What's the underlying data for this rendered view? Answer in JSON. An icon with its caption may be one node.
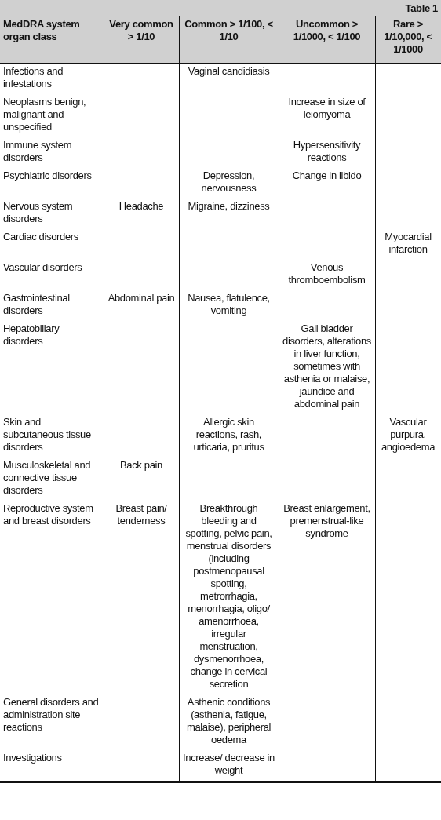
{
  "diagram": {
    "labels": [
      "Table 1",
      "MedDRA system organ class",
      "Very common > 1/10",
      "Common > 1/100, < 1/10",
      "Uncommon > 1/1000, < 1/100",
      "Rare > 1/10,000, < 1/1000",
      "Infections and infestations",
      "Vaginal candidiasis",
      "Neoplasms benign, malignant and unspecified",
      "Increase in size of leiomyoma",
      "Immune system disorders",
      "Hypersensitivity reactions",
      "Psychiatric disorders",
      "Depression, nervousness",
      "Change in libido",
      "Nervous system disorders",
      "Headache",
      "Migraine, dizziness",
      "Cardiac disorders",
      "Myocardial infarction",
      "Vascular disorders",
      "Venous thromboembolism",
      "Gastrointestinal disorders",
      "Abdominal pain",
      "Nausea, flatulence, vomiting",
      "Hepatobiliary disorders",
      "Gall bladder disorders, alterations in liver function, sometimes with asthenia or malaise, jaundice and abdominal pain",
      "Skin and subcutaneous tissue disorders",
      "Allergic skin reactions, rash, urticaria, pruritus",
      "Vascular purpura, angioedema",
      "Musculoskeletal and connective tissue disorders",
      "Back pain",
      "Reproductive system and breast disorders",
      "Breast pain/ tenderness",
      "Breakthrough bleeding and spotting, pelvic pain, menstrual disorders (including postmenopausal spotting, metrorrhagia, menorrhagia, oligo/ amenorrhoea, irregular menstruation, dysmenorrhoea, change in cervical secretion",
      "Breast enlargement, premenstrual-like syndrome",
      "General disorders and administration site reactions",
      "Asthenic conditions (asthenia, fatigue, malaise), peripheral oedema",
      "Investigations",
      "Increase/ decrease in weight"
    ]
  }
}
